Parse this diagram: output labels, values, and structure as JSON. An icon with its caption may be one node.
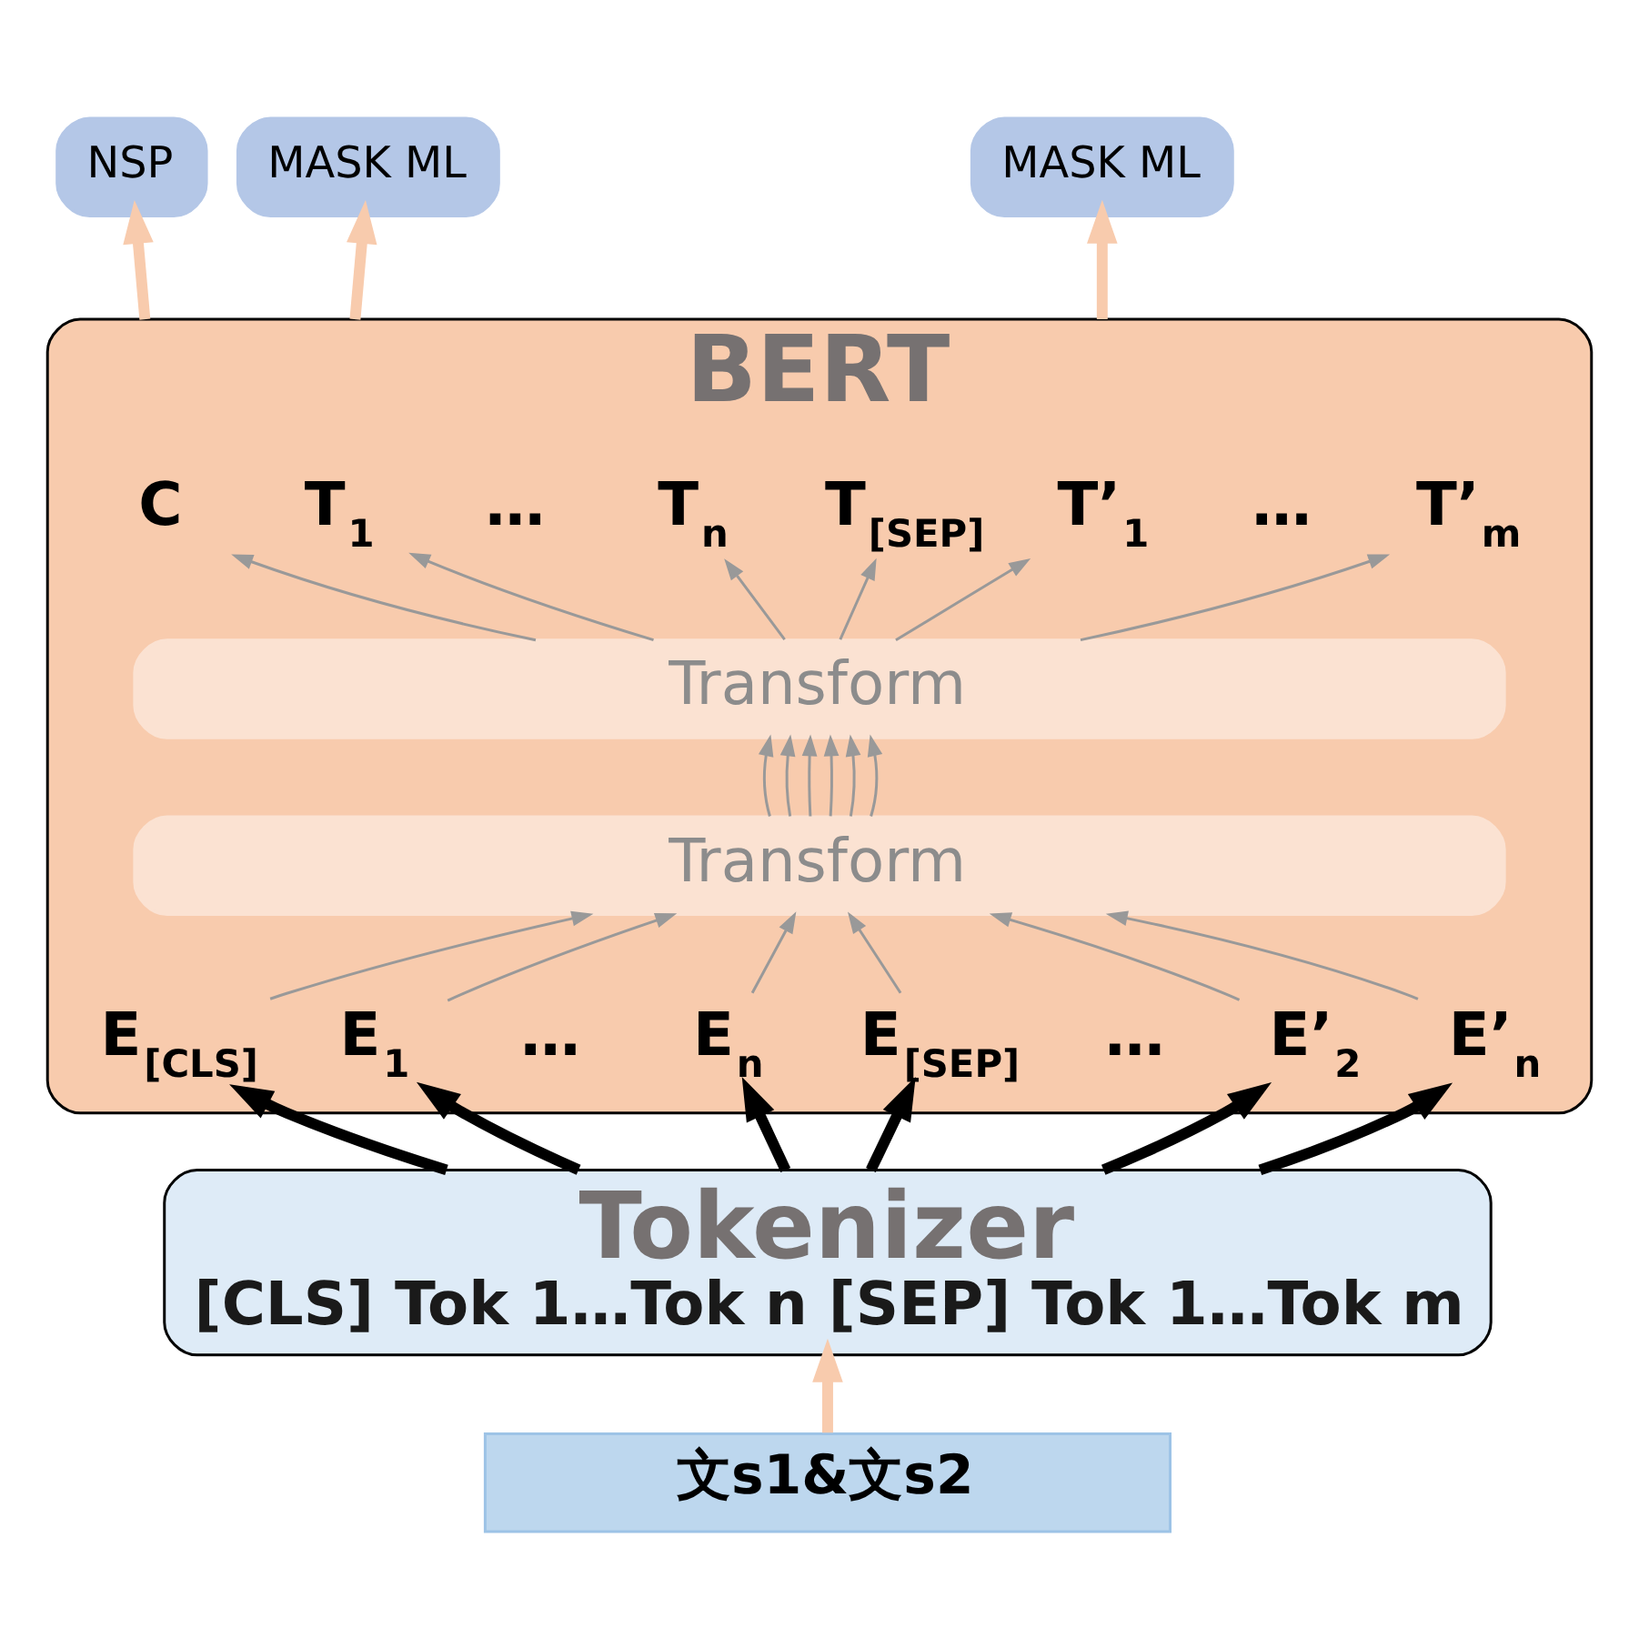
{
  "diagram": {
    "nodes": [
      {
        "text": [
          "NSP"
        ]
      },
      {
        "text": [
          "MASK ML"
        ]
      },
      {
        "text": [
          "MASK ML"
        ]
      },
      {
        "text": [
          "BERT"
        ]
      },
      {
        "text": [
          "C"
        ],
        "in": 3
      },
      {
        "text": [
          "T$_{1}$"
        ],
        "in": 3
      },
      {
        "text": [
          "T$_{n}$"
        ],
        "in": 3
      },
      {
        "text": [
          "T$_{[SEP]}$"
        ],
        "in": 3
      },
      {
        "text": [
          "T’$_{1}$"
        ],
        "in": 3
      },
      {
        "text": [
          "T’$_{m}$"
        ],
        "in": 3
      },
      {
        "text": [
          "Transform"
        ],
        "in": 3
      },
      {
        "text": [
          "Transform"
        ],
        "in": 3
      },
      {
        "text": [
          "E$_{[CLS]}$"
        ],
        "in": 3
      },
      {
        "text": [
          "E$_{1}$"
        ],
        "in": 3
      },
      {
        "text": [
          "E$_{n}$"
        ],
        "in": 3
      },
      {
        "text": [
          "E$_{[SEP]}$"
        ],
        "in": 3
      },
      {
        "text": [
          "E’$_{2}$"
        ],
        "in": 3
      },
      {
        "text": [
          "E’$_{n}$"
        ],
        "in": 3
      },
      {
        "text": [
          "Tokenizer",
          "[CLS] Tok 1…Tok n [SEP] Tok 1…Tok m"
        ]
      },
      {
        "text": [
          "文s1&文s2"
        ]
      }
    ],
    "edges": [
      {
        "from": 19,
        "to": 18,
        "arrow": "to",
        "style": "thick",
        "color": "#f8cbad"
      },
      {
        "from": 18,
        "to": 12,
        "arrow": "to",
        "style": "thick",
        "color": "#000000"
      },
      {
        "from": 18,
        "to": 13,
        "arrow": "to",
        "style": "thick",
        "color": "#000000"
      },
      {
        "from": 18,
        "to": 14,
        "arrow": "to",
        "style": "thick",
        "color": "#000000"
      },
      {
        "from": 18,
        "to": 15,
        "arrow": "to",
        "style": "thick",
        "color": "#000000"
      },
      {
        "from": 18,
        "to": 16,
        "arrow": "to",
        "style": "thick",
        "color": "#000000"
      },
      {
        "from": 18,
        "to": 17,
        "arrow": "to",
        "style": "thick",
        "color": "#000000"
      },
      {
        "from": 12,
        "to": 11,
        "arrow": "to"
      },
      {
        "from": 13,
        "to": 11,
        "arrow": "to"
      },
      {
        "from": 14,
        "to": 11,
        "arrow": "to"
      },
      {
        "from": 15,
        "to": 11,
        "arrow": "to"
      },
      {
        "from": 16,
        "to": 11,
        "arrow": "to"
      },
      {
        "from": 17,
        "to": 11,
        "arrow": "to"
      },
      {
        "from": 11,
        "to": 10,
        "arrow": "to"
      },
      {
        "from": 11,
        "to": 10,
        "arrow": "to"
      },
      {
        "from": 11,
        "to": 10,
        "arrow": "to"
      },
      {
        "from": 11,
        "to": 10,
        "arrow": "to"
      },
      {
        "from": 11,
        "to": 10,
        "arrow": "to"
      },
      {
        "from": 11,
        "to": 10,
        "arrow": "to"
      },
      {
        "from": 10,
        "to": 4,
        "arrow": "to"
      },
      {
        "from": 10,
        "to": 5,
        "arrow": "to"
      },
      {
        "from": 10,
        "to": 6,
        "arrow": "to"
      },
      {
        "from": 10,
        "to": 7,
        "arrow": "to"
      },
      {
        "from": 10,
        "to": 8,
        "arrow": "to"
      },
      {
        "from": 10,
        "to": 9,
        "arrow": "to"
      },
      {
        "from": 3,
        "to": 0,
        "arrow": "to",
        "style": "thick",
        "color": "#f8cbad"
      },
      {
        "from": 3,
        "to": 1,
        "arrow": "to",
        "style": "thick",
        "color": "#f8cbad"
      },
      {
        "from": 3,
        "to": 2,
        "arrow": "to",
        "style": "thick",
        "color": "#f8cbad"
      }
    ],
    "labels": [
      "…",
      "…",
      "…",
      "…"
    ]
  }
}
